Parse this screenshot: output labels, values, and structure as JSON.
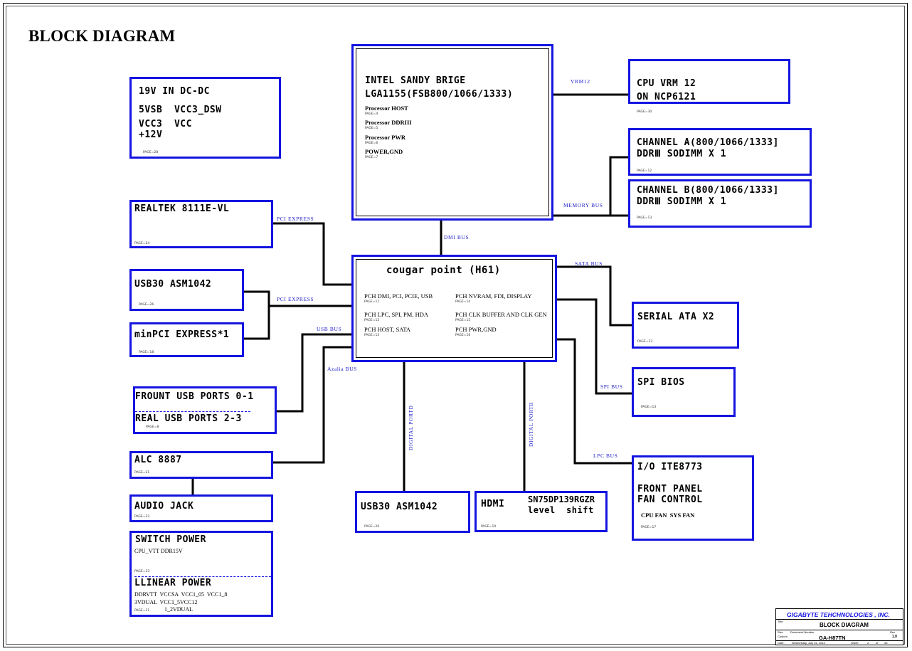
{
  "title": "BLOCK DIAGRAM",
  "blocks": {
    "dcdc": {
      "lines": [
        "19V IN DC-DC",
        "5VSB  VCC3_DSW",
        "VCC3  VCC",
        "+12V"
      ],
      "page": "PAGE=28"
    },
    "cpu": {
      "line1": "INTEL SANDY BRIGE",
      "line2": "LGA1155(FSB800/1066/1333)",
      "subs": [
        {
          "label": "Processor HOST",
          "page": "PAGE=4"
        },
        {
          "label": "Processor DDRIII",
          "page": "PAGE=5"
        },
        {
          "label": "Processor PWR",
          "page": "PAGE=6"
        },
        {
          "label": "POWER,GND",
          "page": "PAGE=7"
        }
      ]
    },
    "vrm": {
      "line1": "CPU VRM 12",
      "line2": "ON NCP6121",
      "page": "PAGE=30"
    },
    "chan_a": {
      "line1": "CHANNEL A(800/1066/1333]",
      "line2": "DDRⅢ SODIMM X 1",
      "page": "PAGE=12"
    },
    "chan_b": {
      "line1": "CHANNEL B(800/1066/1333]",
      "line2": "DDRⅢ SODIMM X 1",
      "page": "PAGE=13"
    },
    "realtek": {
      "label": "REALTEK 8111E-VL",
      "page": "PAGE=24"
    },
    "usb30a": {
      "label": "USB30 ASM1042",
      "page": "PAGE=26"
    },
    "minpci": {
      "label": "minPCI EXPRESS*1",
      "page": "PAGE=18"
    },
    "usbports": {
      "line1": "FROUNT USB PORTS 0-1",
      "line2": "REAL USB PORTS 2-3",
      "page": "PAGE=8"
    },
    "alc": {
      "label": "ALC 8887",
      "page": "PAGE=21"
    },
    "jack": {
      "label": "AUDIO JACK",
      "page": "PAGE=23"
    },
    "switchpwr": {
      "line1": "SWITCH POWER",
      "line2": "CPU_VTT DDR15V",
      "page1": "PAGE=33",
      "line3": "LLINEAR POWER",
      "line4": "DDRVTT  VCCSA  VCC1_05  VCC1_8",
      "line5": "3VDUAL  VCC1_5VCC12",
      "line6": "1_2VDUAL",
      "page2": "PAGE=31"
    },
    "pch": {
      "label": "cougar point (H61)",
      "subs": [
        {
          "label": "PCH DMI, PCI, PCIE, USB",
          "page": "PAGE=11"
        },
        {
          "label": "PCH NVRAM, FDI, DISPLAY",
          "page": "PAGE=14"
        },
        {
          "label": "PCH LPC, SPI, PM, HDA",
          "page": "PAGE=12"
        },
        {
          "label": "PCH CLK BUFFER AND CLK GEN",
          "page": "PAGE=15"
        },
        {
          "label": "PCH HOST, SATA",
          "page": "PAGE=13"
        },
        {
          "label": "PCH PWR,GND",
          "page": "PAGE=16"
        }
      ]
    },
    "usb30b": {
      "label": "USB30 ASM1042",
      "page": "PAGE=26"
    },
    "hdmi": {
      "label": "HDMI",
      "chip": "SN75DP139RGZR",
      "desc": "level  shift",
      "page": "PAGE=10"
    },
    "sata": {
      "label": "SERIAL ATA X2",
      "page": "PAGE=13"
    },
    "spi": {
      "label": "SPI BIOS",
      "page": "PAGE=13"
    },
    "io": {
      "line1": "I/O ITE8773",
      "line2": "FRONT PANEL",
      "line3": "FAN CONTROL",
      "fans": "CPU FAN  SYS FAN",
      "page": "PAGE=17"
    }
  },
  "buses": {
    "vrm12": "VRM12",
    "memory": "MEMORY BUS",
    "dmi": "DMI BUS",
    "pcie1": "PCI EXPRESS",
    "pcie2": "PCI EXPRESS",
    "usb": "USB BUS",
    "azalia": "Azalia BUS",
    "sata": "SATA BUS",
    "spi": "SPI BUS",
    "lpc": "LPC BUS",
    "digital_d": "DIGITAL PORTD",
    "digital_b": "DIGITAL PORTB"
  },
  "titleblock": {
    "company": "GIGABYTE TEHCHNOLOGIES , INC.",
    "title_label": "Title",
    "title": "BLOCK DIAGRAM",
    "size_label": "Size",
    "size": "Custom",
    "docnum_label": "Document Number",
    "docnum": "GA-H87TN",
    "rev_label": "Rev",
    "rev": "1.0",
    "date_label": "Date:",
    "date": "Wednesday, July 31, 2013",
    "sheet_label": "Sheet",
    "sheet": "2",
    "of_label": "of",
    "sheets": "33"
  },
  "colors": {
    "box_border": "#1414e0",
    "bus_label": "#2020c8",
    "wire": "#000000"
  }
}
